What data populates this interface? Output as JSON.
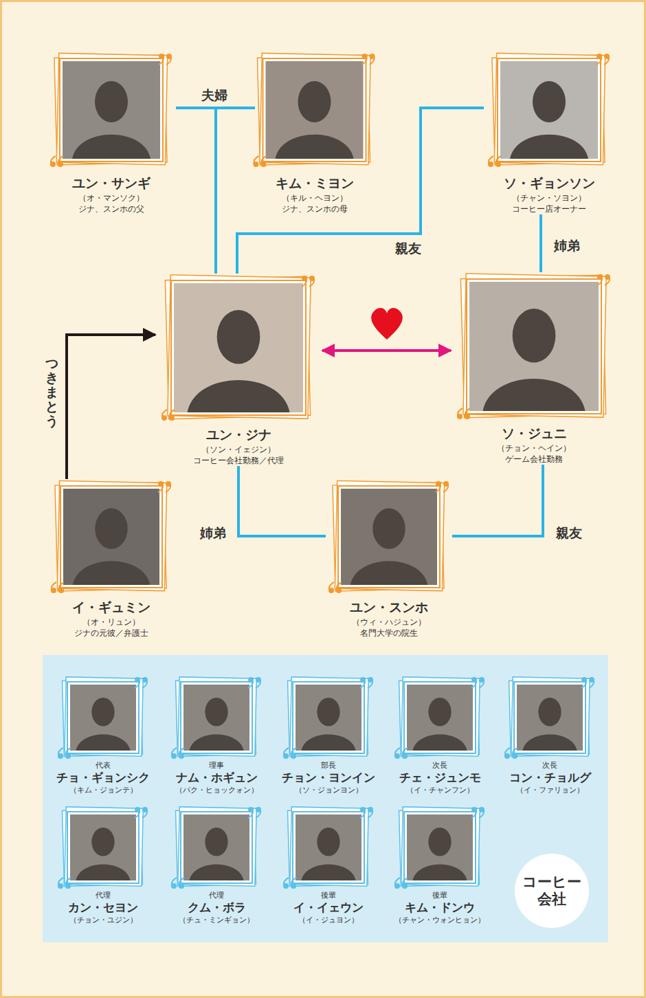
{
  "diagram": {
    "nodes": [
      {
        "text": [
          "ユン・サンギ",
          "（オ・マンソク）",
          "ジナ、スンホの父"
        ]
      },
      {
        "text": [
          "キム・ミヨン",
          "（キル・ヘヨン）",
          "ジナ、スンホの母"
        ]
      },
      {
        "text": [
          "ソ・ギョンソン",
          "（チャン・ソヨン）",
          "コーヒー店オーナー"
        ]
      },
      {
        "text": [
          "ユン・ジナ",
          "（ソン・イェジン）",
          "コーヒー会社勤務／代理"
        ]
      },
      {
        "text": [
          "ソ・ジュニ",
          "（チョン・ヘイン）",
          "ゲーム会社勤務"
        ]
      },
      {
        "text": [
          "イ・ギュミン",
          "（オ・リュン）",
          "ジナの元彼／弁護士"
        ]
      },
      {
        "text": [
          "ユン・スンホ",
          "（ウィ・ハジュン）",
          "名門大学の院生"
        ]
      },
      {
        "text": [
          "コーヒー会社"
        ]
      },
      {
        "text": [
          "代表",
          "チョ・ギョンシク",
          "（キム・ジョンテ）"
        ],
        "in": 7
      },
      {
        "text": [
          "理事",
          "ナム・ホギュン",
          "（パク・ヒョックォン）"
        ],
        "in": 7
      },
      {
        "text": [
          "部長",
          "チョン・ヨンイン",
          "（ソ・ジョンヨン）"
        ],
        "in": 7
      },
      {
        "text": [
          "次長",
          "チェ・ジュンモ",
          "（イ・チャンフン）"
        ],
        "in": 7
      },
      {
        "text": [
          "次長",
          "コン・チョルグ",
          "（イ・ファリョン）"
        ],
        "in": 7
      },
      {
        "text": [
          "代理",
          "カン・セヨン",
          "（チョン・ユジン）"
        ],
        "in": 7
      },
      {
        "text": [
          "代理",
          "クム・ボラ",
          "（チュ・ミンギョン）"
        ],
        "in": 7
      },
      {
        "text": [
          "後輩",
          "イ・イェウン",
          "（イ・ジュヨン）"
        ],
        "in": 7
      },
      {
        "text": [
          "後輩",
          "キム・ドンウ",
          "（チャン・ウォンヒョン）"
        ],
        "in": 7
      }
    ],
    "edges": [
      {
        "from": 0,
        "to": 1,
        "label": "夫婦",
        "arrow": "none"
      },
      {
        "from": 0,
        "to": 3,
        "arrow": "none"
      },
      {
        "from": 1,
        "to": 3,
        "arrow": "none"
      },
      {
        "from": 2,
        "to": 3,
        "label": "親友",
        "arrow": "none"
      },
      {
        "from": 2,
        "to": 4,
        "label": "姉弟",
        "arrow": "none"
      },
      {
        "from": 3,
        "to": 4,
        "arrow": "both"
      },
      {
        "from": 5,
        "to": 3,
        "label": "つきまとう",
        "arrow": "to"
      },
      {
        "from": 3,
        "to": 6,
        "label": "姉弟",
        "arrow": "none"
      },
      {
        "from": 6,
        "to": 4,
        "label": "親友",
        "arrow": "none"
      }
    ]
  }
}
